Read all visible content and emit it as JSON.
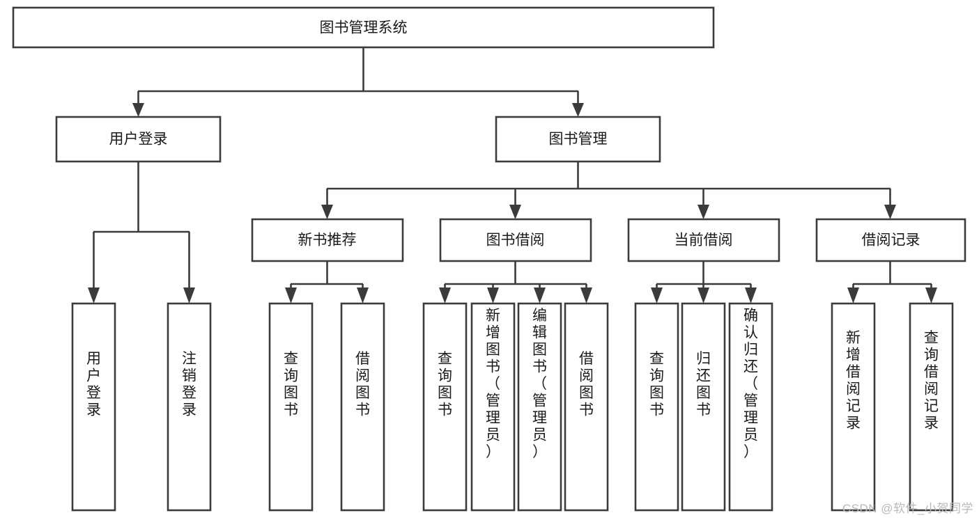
{
  "diagram": {
    "title": "图书管理系统",
    "type": "tree-hierarchy-function-structure",
    "watermark": "CSDN @软件_小贺同学",
    "colors": {
      "stroke": "#3b3b3b",
      "fill": "#ffffff",
      "text": "#1a1a1a",
      "watermark": "#b9b9b9"
    },
    "levels": {
      "root": {
        "label": "图书管理系统"
      },
      "level2": [
        {
          "id": "user-login",
          "label": "用户登录"
        },
        {
          "id": "book-management",
          "label": "图书管理"
        }
      ],
      "level3": [
        {
          "id": "new-book-recommend",
          "label": "新书推荐",
          "parent": "book-management"
        },
        {
          "id": "book-borrow",
          "label": "图书借阅",
          "parent": "book-management"
        },
        {
          "id": "current-borrow",
          "label": "当前借阅",
          "parent": "book-management"
        },
        {
          "id": "borrow-record",
          "label": "借阅记录",
          "parent": "book-management"
        }
      ],
      "leaves": [
        {
          "id": "leaf-user-login",
          "label": "用户登录",
          "parent": "user-login"
        },
        {
          "id": "leaf-logout-login",
          "label": "注销登录",
          "parent": "user-login"
        },
        {
          "id": "leaf-query-book-1",
          "label": "查询图书",
          "parent": "new-book-recommend"
        },
        {
          "id": "leaf-borrow-book-1",
          "label": "借阅图书",
          "parent": "new-book-recommend"
        },
        {
          "id": "leaf-query-book-2",
          "label": "查询图书",
          "parent": "book-borrow"
        },
        {
          "id": "leaf-add-book",
          "label": "新增图书（管理员）",
          "parent": "book-borrow"
        },
        {
          "id": "leaf-edit-book",
          "label": "编辑图书（管理员）",
          "parent": "book-borrow"
        },
        {
          "id": "leaf-borrow-book-2",
          "label": "借阅图书",
          "parent": "book-borrow"
        },
        {
          "id": "leaf-query-book-3",
          "label": "查询图书",
          "parent": "current-borrow"
        },
        {
          "id": "leaf-return-book",
          "label": "归还图书",
          "parent": "current-borrow"
        },
        {
          "id": "leaf-confirm-return",
          "label": "确认归还（管理员）",
          "parent": "current-borrow"
        },
        {
          "id": "leaf-add-record",
          "label": "新增借阅记录",
          "parent": "borrow-record"
        },
        {
          "id": "leaf-query-record",
          "label": "查询借阅记录",
          "parent": "borrow-record"
        }
      ]
    }
  }
}
